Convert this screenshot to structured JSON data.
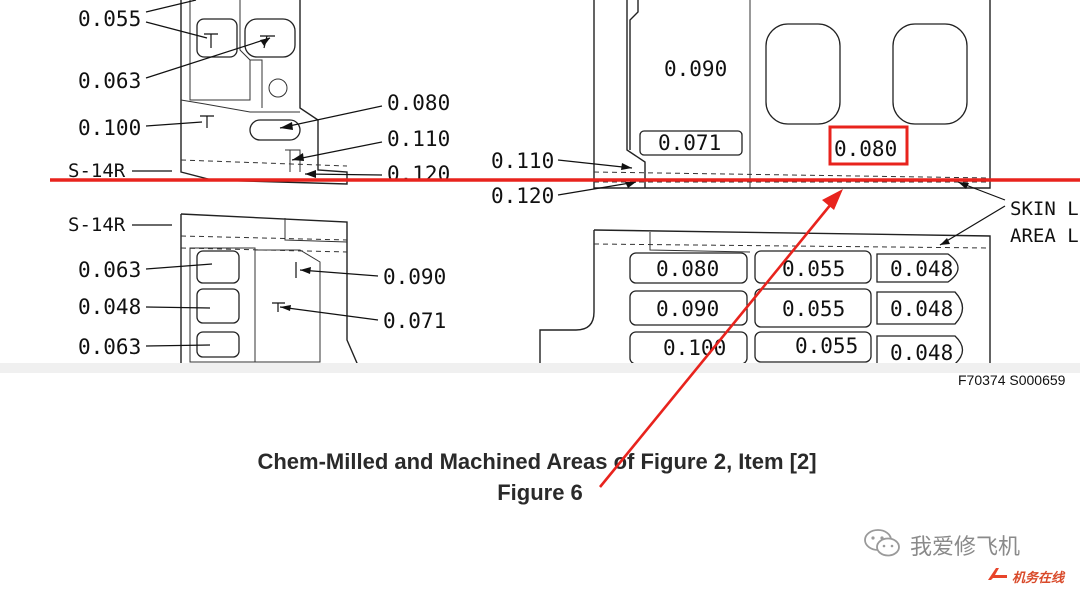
{
  "drawing": {
    "labels": {
      "l0055_top": "0.055",
      "l0063_top": "0.063",
      "l0100_left": "0.100",
      "l0080_left": "0.080",
      "l0110_left": "0.110",
      "l0120_left": "0.120",
      "l0063_b1": "0.063",
      "l0048_b": "0.048",
      "l0063_b2": "0.063",
      "l0090_b": "0.090",
      "l0071_b": "0.071",
      "l0090_right": "0.090",
      "l0071_right": "0.071",
      "l0080_boxed": "0.080",
      "l0110_mid": "0.110",
      "l0120_mid": "0.120",
      "r_0080": "0.080",
      "r_0055a": "0.055",
      "r_0048a": "0.048",
      "r_0090": "0.090",
      "r_0055b": "0.055",
      "r_0048b": "0.048",
      "r_0100": "0.100",
      "r_0055c": "0.055",
      "r_0048c": "0.048",
      "skin_line1": "SKIN L",
      "skin_line2": "AREA L"
    },
    "stations": {
      "top": "S-14R",
      "bottom": "S-14R"
    }
  },
  "figure_code": "F70374 S000659",
  "caption": {
    "line1": "Chem-Milled and Machined Areas of Figure 2, Item [2]",
    "line2": "Figure 6"
  },
  "watermark": {
    "icon": "wechat-icon",
    "text": "我爱修飞机"
  },
  "site_logo": {
    "icon": "aircraft-logo-icon",
    "text": "机务在线"
  },
  "colors": {
    "annotation_red": "#e8231d",
    "line_dark": "#111111",
    "gap_band": "#f0f0f0",
    "caption_text": "#2a2a2a",
    "watermark_gray": "#8a8a8a"
  }
}
